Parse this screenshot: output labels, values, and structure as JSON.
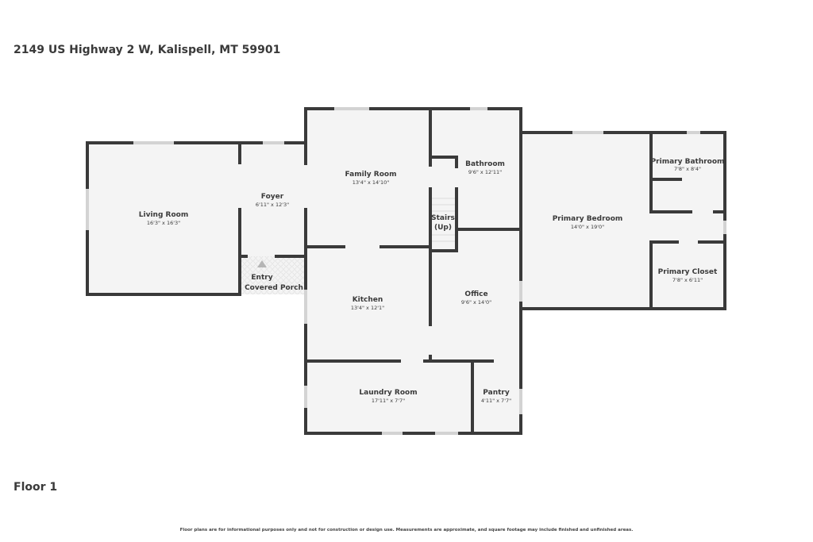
{
  "header": {
    "address": "2149 US Highway 2 W, Kalispell, MT 59901"
  },
  "floor_label": "Floor 1",
  "disclaimer": "Floor plans are for informational purposes only and not for construction or design use. Measurements are approximate, and square footage may include finished and unfinished areas.",
  "rooms": {
    "living": {
      "name": "Living Room",
      "dims": "16'3\" x 16'3\""
    },
    "foyer": {
      "name": "Foyer",
      "dims": "6'11\" x 12'3\""
    },
    "family": {
      "name": "Family Room",
      "dims": "13'4\" x 14'10\""
    },
    "bathroom": {
      "name": "Bathroom",
      "dims": "9'6\" x 12'11\""
    },
    "stairs": {
      "name": "Stairs",
      "sub": "(Up)"
    },
    "entry": {
      "name": "Entry",
      "sub": "Covered Porch"
    },
    "kitchen": {
      "name": "Kitchen",
      "dims": "13'4\" x 12'1\""
    },
    "office": {
      "name": "Office",
      "dims": "9'6\" x 14'0\""
    },
    "laundry": {
      "name": "Laundry Room",
      "dims": "17'11\" x 7'7\""
    },
    "pantry": {
      "name": "Pantry",
      "dims": "4'11\" x 7'7\""
    },
    "primary_bedroom": {
      "name": "Primary Bedroom",
      "dims": "14'0\" x 19'0\""
    },
    "primary_bathroom": {
      "name": "Primary Bathroom",
      "dims": "7'8\" x 8'4\""
    },
    "primary_closet": {
      "name": "Primary Closet",
      "dims": "7'8\" x 6'11\""
    }
  },
  "colors": {
    "wall": "#3a3a3a",
    "floor": "#f4f4f4",
    "window": "#d3d3d3"
  }
}
